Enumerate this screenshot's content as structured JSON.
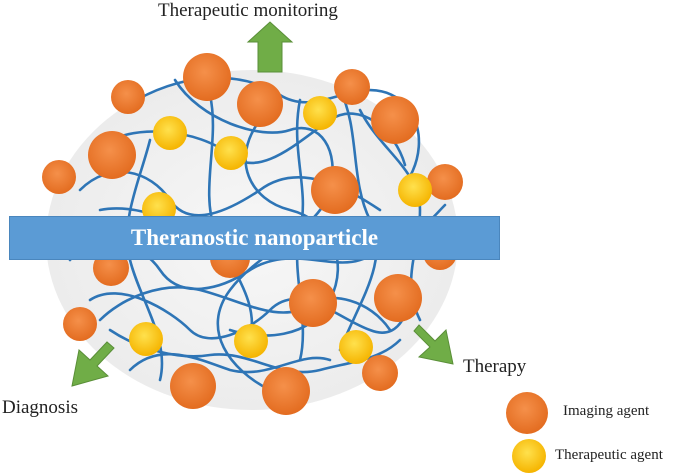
{
  "labels": {
    "top": "Therapeutic monitoring",
    "right": "Therapy",
    "left": "Diagnosis",
    "banner": "Theranostic nanoparticle"
  },
  "legend": [
    {
      "label": "Imaging agent",
      "color": "#ed7d31"
    },
    {
      "label": "Therapeutic agent",
      "color": "#ffc000"
    }
  ],
  "colors": {
    "imaging": "#ed7d31",
    "therapeutic": "#ffc000",
    "polymer": "#2e75b6",
    "arrow": "#70ad47",
    "banner": "#5b9bd5"
  }
}
